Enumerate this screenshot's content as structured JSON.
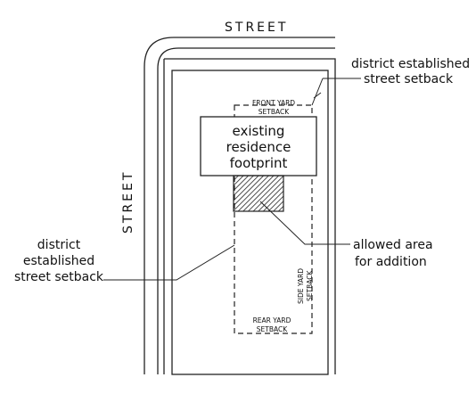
{
  "streets": {
    "top_label": "STREET",
    "side_label": "STREET"
  },
  "labels": {
    "residence": [
      "existing",
      "residence",
      "footprint"
    ],
    "front_yard": [
      "FRONT YARD",
      "SETBACK"
    ],
    "rear_yard": [
      "REAR YARD",
      "SETBACK"
    ],
    "side_yard": [
      "SIDE YARD",
      "SETBACK"
    ],
    "street_setback_top": [
      "district established",
      "street setback"
    ],
    "street_setback_left": [
      "district",
      "established",
      "street setback"
    ],
    "allowed_area": [
      "allowed area",
      "for addition"
    ]
  }
}
